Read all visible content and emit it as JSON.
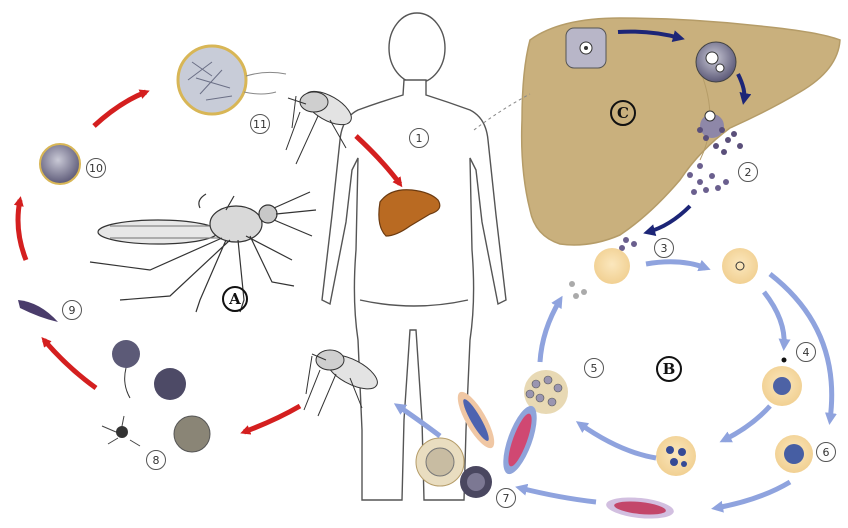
{
  "colors": {
    "red_arrow": "#d41f1f",
    "blue_arrow": "#8fa3de",
    "dark_blue_arrow": "#1c2577",
    "liver": "#c9b07d",
    "small_liver": "#b96a22",
    "rbc": "#f6dca6",
    "parasite": "#6a4f9a"
  },
  "icons": {
    "mosquito": "mosquito-icon",
    "human": "human-silhouette-icon",
    "liver": "liver-icon"
  },
  "labels": {
    "stage_a": "A",
    "stage_b": "B",
    "stage_c": "C",
    "n1": "1",
    "n2": "2",
    "n3": "3",
    "n4": "4",
    "n5": "5",
    "n6": "6",
    "n7": "7",
    "n8": "8",
    "n9": "9",
    "n10": "10",
    "n11": "11"
  }
}
